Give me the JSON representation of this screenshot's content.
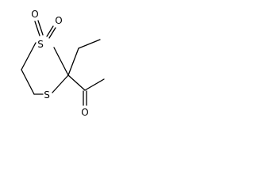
{
  "structure": {
    "atoms": [
      {
        "id": "S1",
        "label": "S"
      },
      {
        "id": "O1",
        "label": "O"
      },
      {
        "id": "O2",
        "label": "O"
      },
      {
        "id": "S2",
        "label": "S"
      },
      {
        "id": "O3",
        "label": "O"
      }
    ]
  }
}
